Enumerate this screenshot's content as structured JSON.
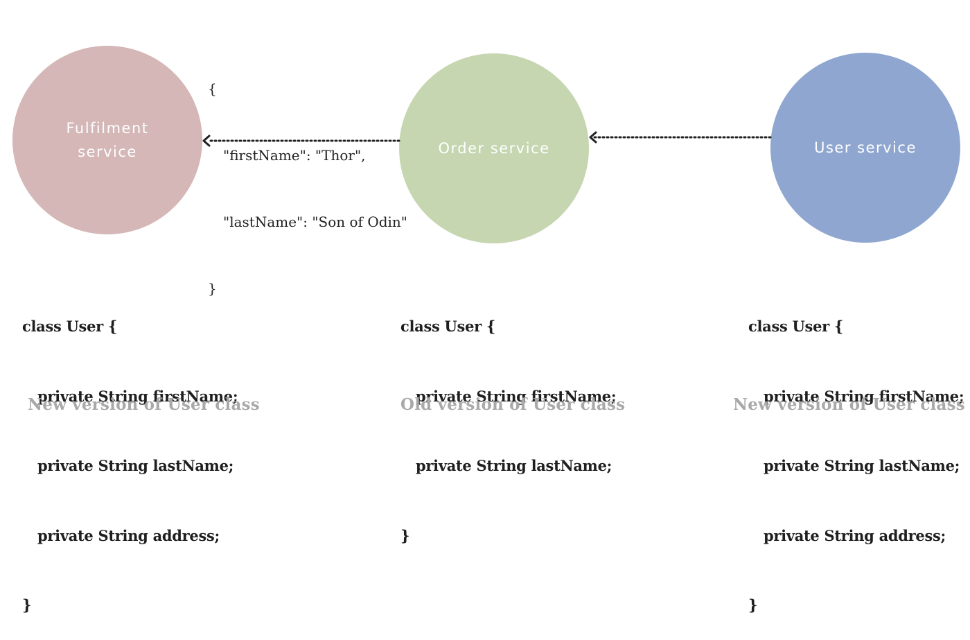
{
  "services": {
    "fulfilment": {
      "name_line1": "Fulfilment",
      "name_line2": "service",
      "color": "#d4b7b6"
    },
    "order": {
      "name": "Order service",
      "color": "#c5d6b0"
    },
    "user": {
      "name": "User service",
      "color": "#8fa7d0"
    }
  },
  "payload": {
    "open": "{",
    "first": "\"firstName\": \"Thor\",",
    "last": "\"lastName\": \"Son of Odin\"",
    "close": "}"
  },
  "code": {
    "fulfilment": {
      "line1": "class User {",
      "line2": "private String firstName;",
      "line3": "private String lastName;",
      "line4": "private String address;",
      "line5": "}"
    },
    "order": {
      "line1": "class User {",
      "line2": "private String firstName;",
      "line3": "private String lastName;",
      "line4": "}"
    },
    "user": {
      "line1": "class User {",
      "line2": "private String firstName;",
      "line3": "private String lastName;",
      "line4": "private String address;",
      "line5": "}"
    }
  },
  "captions": {
    "fulfilment": "New version of User class",
    "order": "Old version of User class",
    "user": "New version of User class"
  }
}
